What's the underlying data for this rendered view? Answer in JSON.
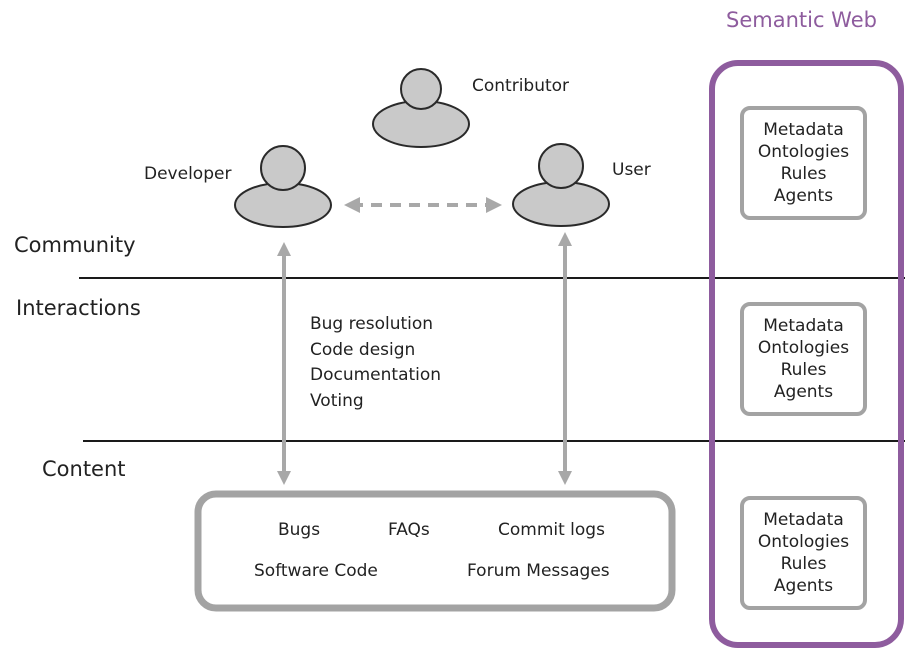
{
  "semantic_web": {
    "title": "Semantic Web",
    "panels": [
      {
        "items": [
          "Metadata",
          "Ontologies",
          "Rules",
          "Agents"
        ]
      },
      {
        "items": [
          "Metadata",
          "Ontologies",
          "Rules",
          "Agents"
        ]
      },
      {
        "items": [
          "Metadata",
          "Ontologies",
          "Rules",
          "Agents"
        ]
      }
    ]
  },
  "layers": {
    "community": "Community",
    "interactions": "Interactions",
    "content": "Content"
  },
  "people": {
    "contributor": "Contributor",
    "developer": "Developer",
    "user": "User"
  },
  "interactions": [
    "Bug resolution",
    "Code design",
    "Documentation",
    "Voting"
  ],
  "content_items": {
    "bugs": "Bugs",
    "faqs": "FAQs",
    "commit_logs": "Commit logs",
    "software_code": "Software Code",
    "forum_messages": "Forum Messages"
  },
  "colors": {
    "person_fill": "#c9c9c9",
    "person_stroke": "#2a2a2a",
    "arrow": "#a8a8a8",
    "box_border": "#a3a3a3",
    "semantic_web": "#8e5c9e",
    "divider": "#1a1a1a"
  }
}
